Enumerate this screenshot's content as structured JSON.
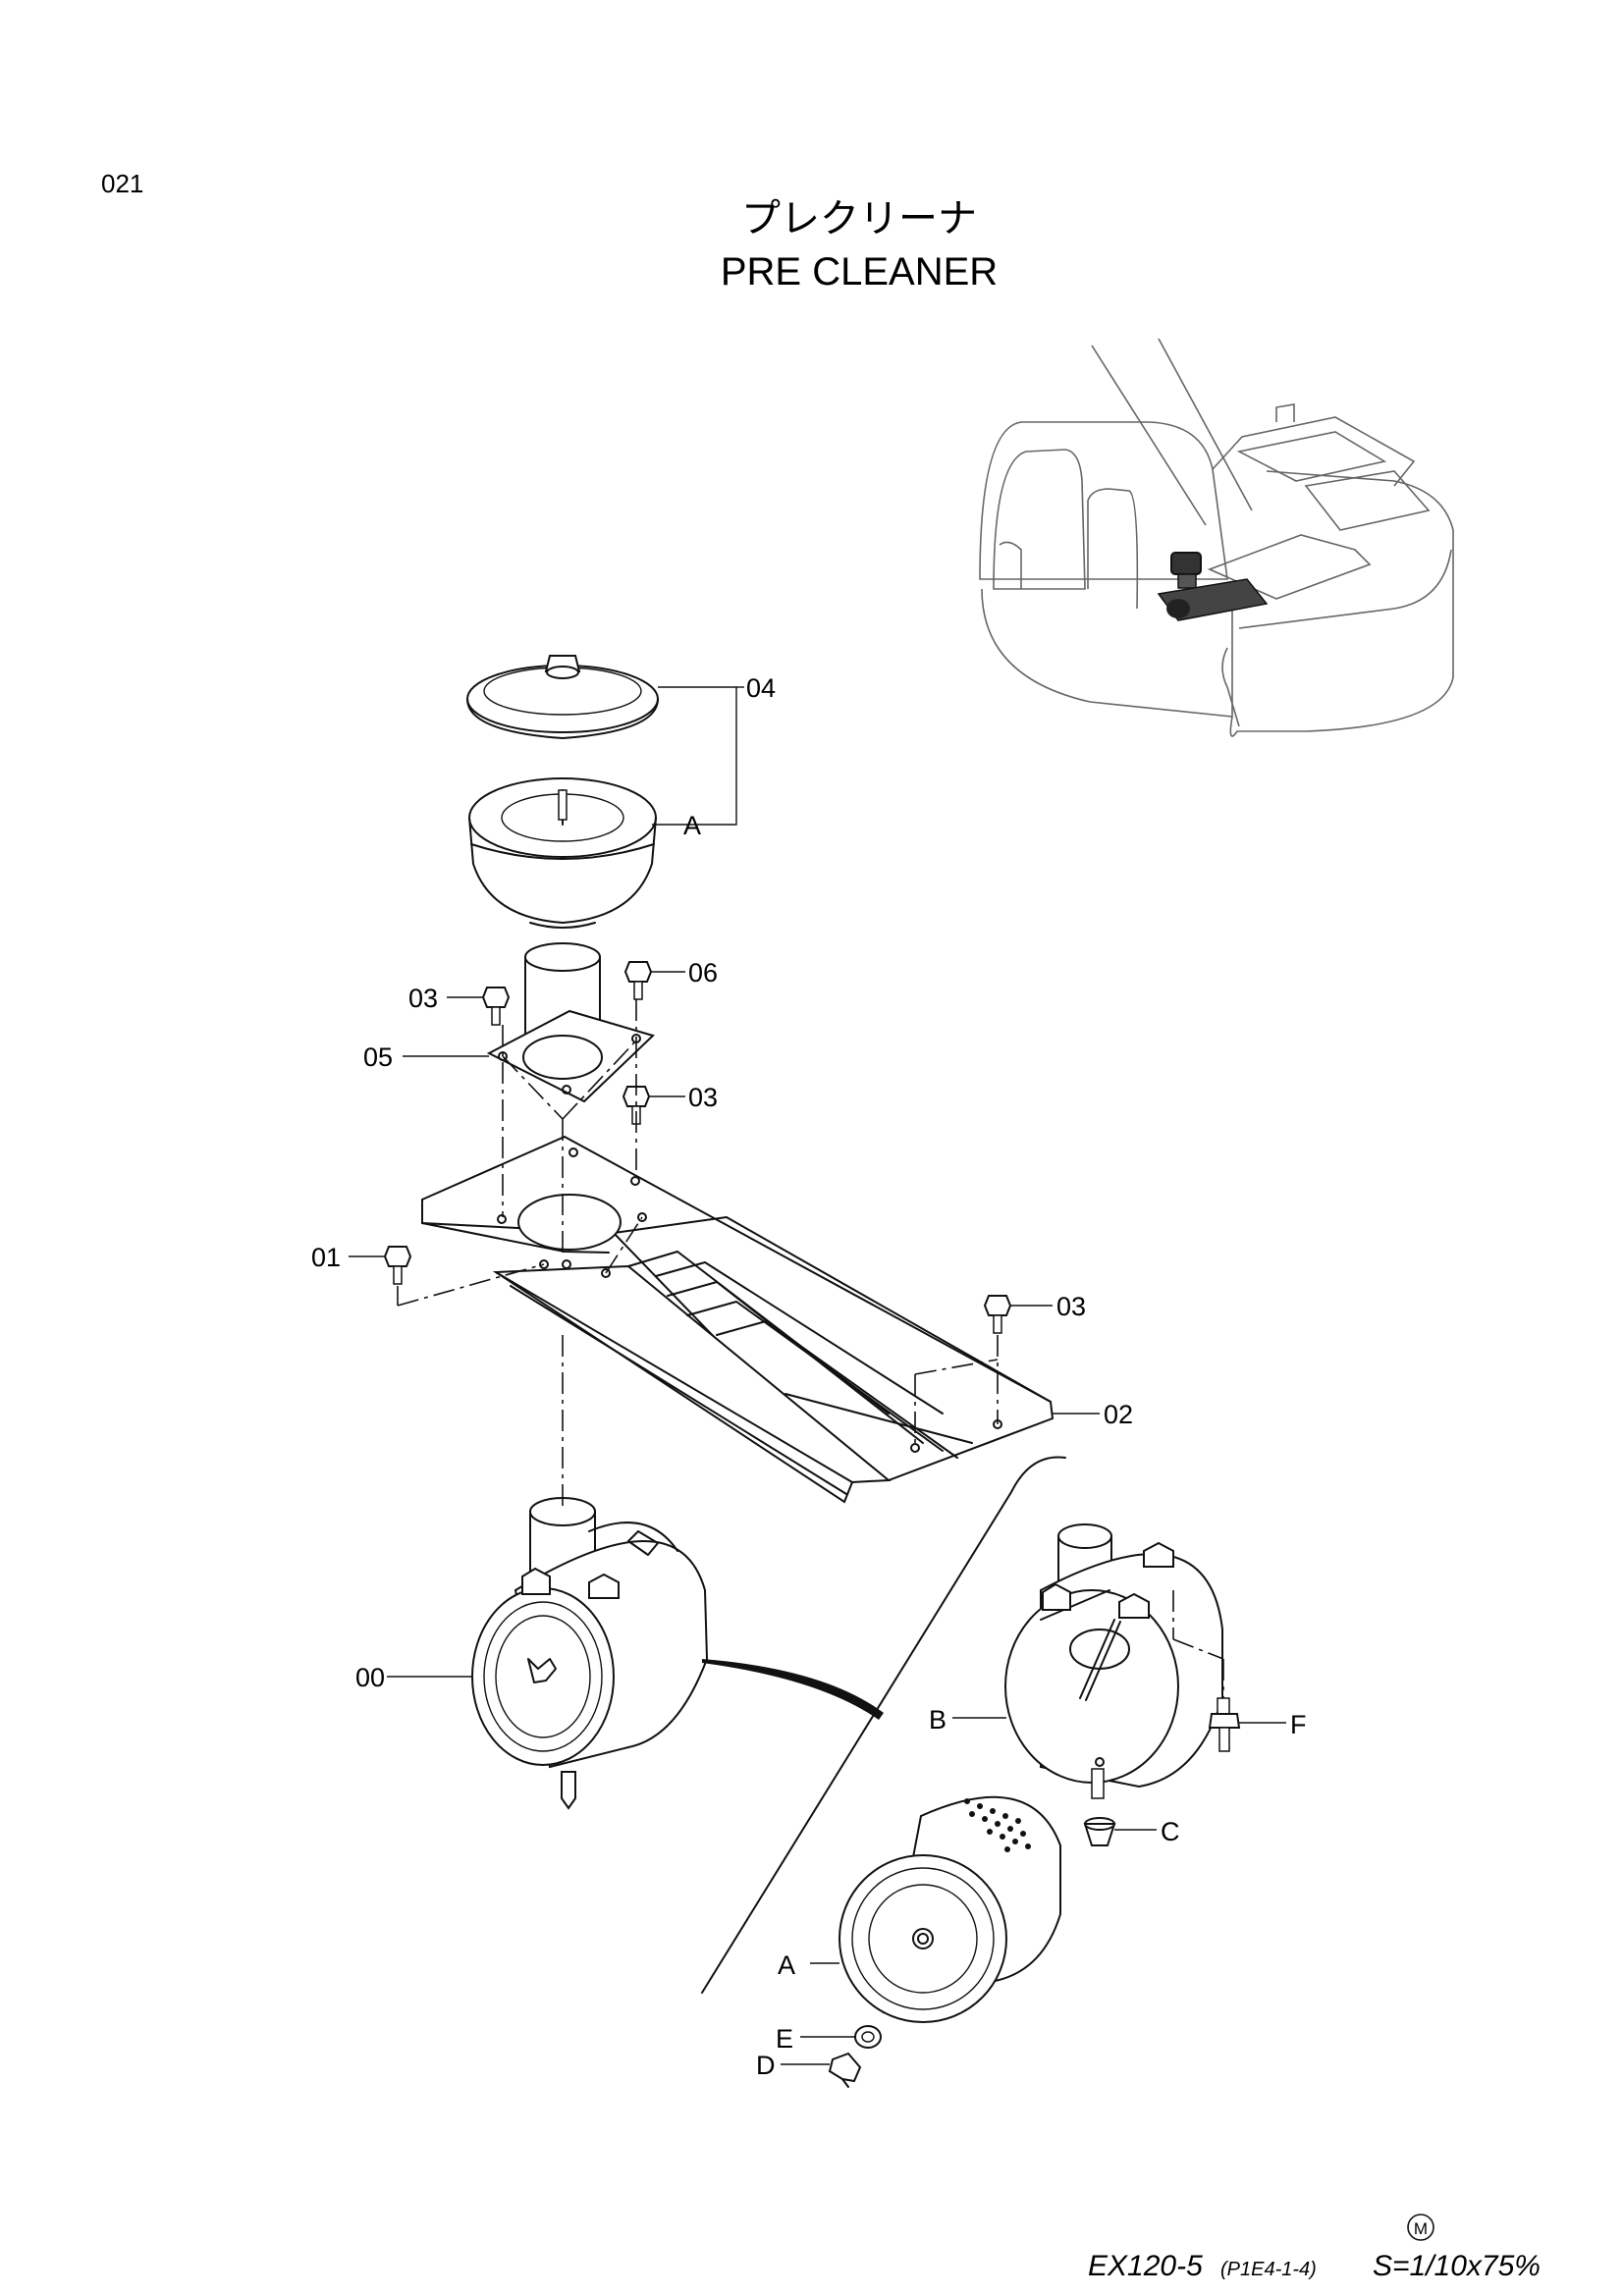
{
  "page_number": "021",
  "title_jp": "プレクリーナ",
  "title_en": "PRE  CLEANER",
  "callouts": {
    "p00": "00",
    "p01": "01",
    "p02": "02",
    "p03a": "03",
    "p03b": "03",
    "p03c": "03",
    "p04": "04",
    "p05": "05",
    "p06": "06",
    "upperA": "A",
    "detailA": "A",
    "detailB": "B",
    "detailC": "C",
    "detailD": "D",
    "detailE": "E",
    "detailF": "F"
  },
  "footer": {
    "mark": "M",
    "model": "EX120-5",
    "code": "(P1E4-1-4)",
    "scale": "S=1/10x75%"
  }
}
